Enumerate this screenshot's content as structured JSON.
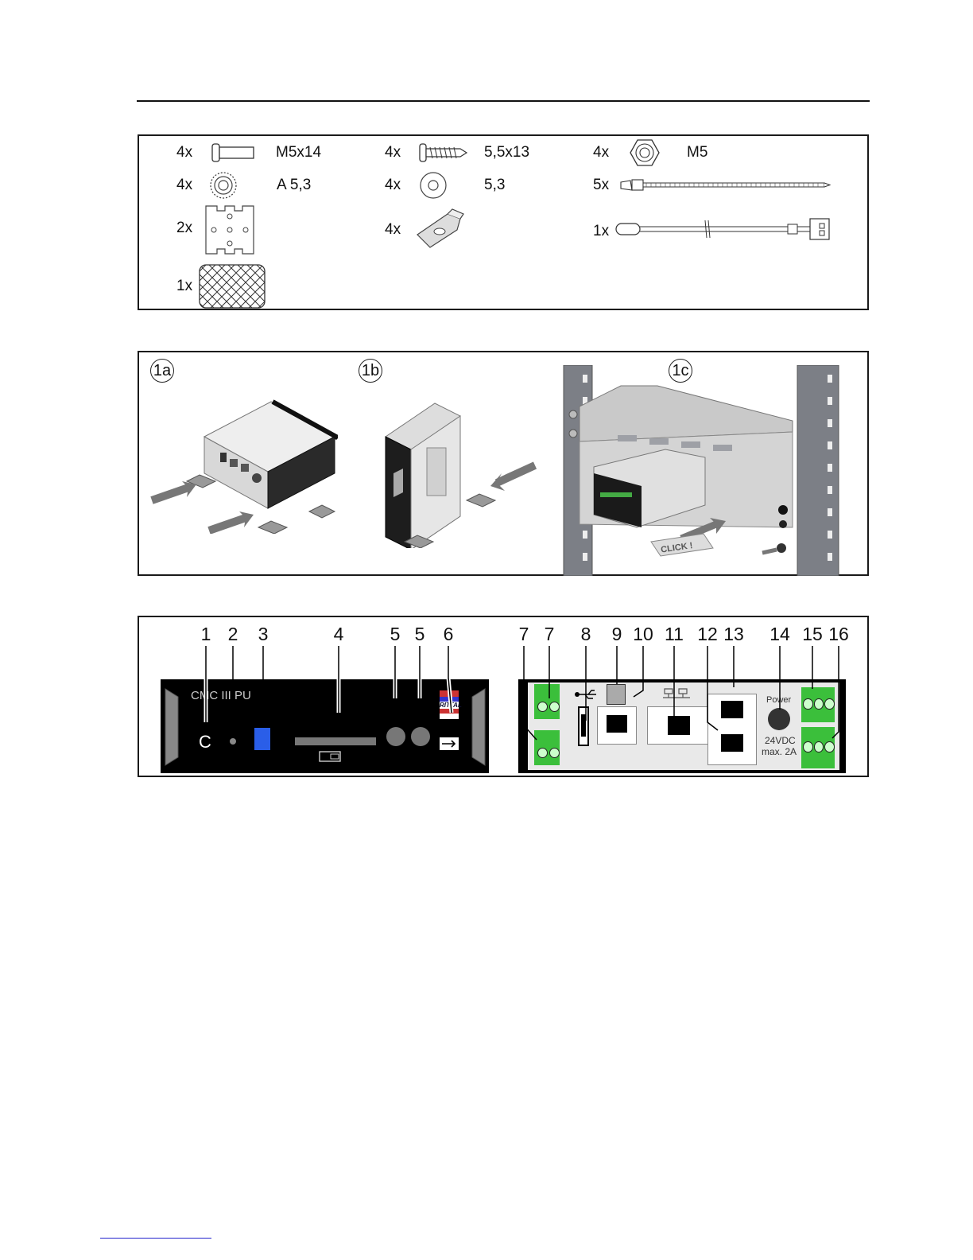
{
  "parts_list": [
    {
      "qty": "4x",
      "icon": "screw-icon",
      "label": "M5x14"
    },
    {
      "qty": "4x",
      "icon": "washer-icon",
      "label": "A 5,3"
    },
    {
      "qty": "2x",
      "icon": "mounting-plate-icon",
      "label": ""
    },
    {
      "qty": "1x",
      "icon": "mesh-pad-icon",
      "label": ""
    },
    {
      "qty": "4x",
      "icon": "self-tapping-screw-icon",
      "label": "5,5x13"
    },
    {
      "qty": "4x",
      "icon": "flat-washer-icon",
      "label": "5,3"
    },
    {
      "qty": "4x",
      "icon": "bracket-clip-icon",
      "label": ""
    },
    {
      "qty": "4x",
      "icon": "hex-nut-icon",
      "label": "M5"
    },
    {
      "qty": "5x",
      "icon": "cable-tie-icon",
      "label": ""
    },
    {
      "qty": "1x",
      "icon": "temperature-sensor-icon",
      "label": ""
    }
  ],
  "mounting": {
    "steps": [
      "1a",
      "1b",
      "1c"
    ],
    "click_label": "CLICK !"
  },
  "front_panel": {
    "device_name": "CMC III PU",
    "logo_text": "RITTAL",
    "callouts": [
      "1",
      "2",
      "3",
      "4",
      "5",
      "5",
      "6"
    ]
  },
  "rear_panel": {
    "callouts": [
      "7",
      "7",
      "8",
      "9",
      "10",
      "11",
      "12",
      "13",
      "14",
      "15",
      "16"
    ],
    "power_label": "Power",
    "voltage_line1": "24VDC",
    "voltage_line2": "max. 2A"
  },
  "colors": {
    "terminal_green": "#3bbf3b",
    "sd_blue": "#2a5ee8",
    "panel_black": "#000000",
    "rear_grey": "#e9e9e9"
  }
}
